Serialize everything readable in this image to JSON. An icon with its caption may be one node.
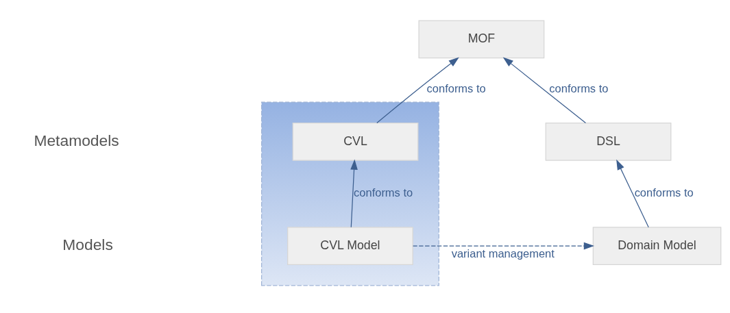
{
  "diagram": {
    "nodes": [
      {
        "text": [
          "MOF"
        ]
      },
      {
        "text": [],
        "shape": "box"
      },
      {
        "text": [
          "CVL"
        ],
        "in": 1
      },
      {
        "text": [
          "CVL Model"
        ],
        "in": 1
      },
      {
        "text": [
          "DSL"
        ]
      },
      {
        "text": [
          "Domain Model"
        ]
      }
    ],
    "edges": [
      {
        "from": 2,
        "to": 0,
        "arrow": "to",
        "label": "conforms to"
      },
      {
        "from": 3,
        "to": 2,
        "arrow": "to",
        "label": "conforms to"
      },
      {
        "from": 4,
        "to": 0,
        "arrow": "to",
        "label": "conforms to"
      },
      {
        "from": 5,
        "to": 4,
        "arrow": "to",
        "label": "conforms to"
      },
      {
        "from": 3,
        "to": 5,
        "arrow": "to",
        "label": "variant management",
        "style": "dashed"
      }
    ],
    "labels": [
      "Metamodels",
      "Models"
    ]
  }
}
